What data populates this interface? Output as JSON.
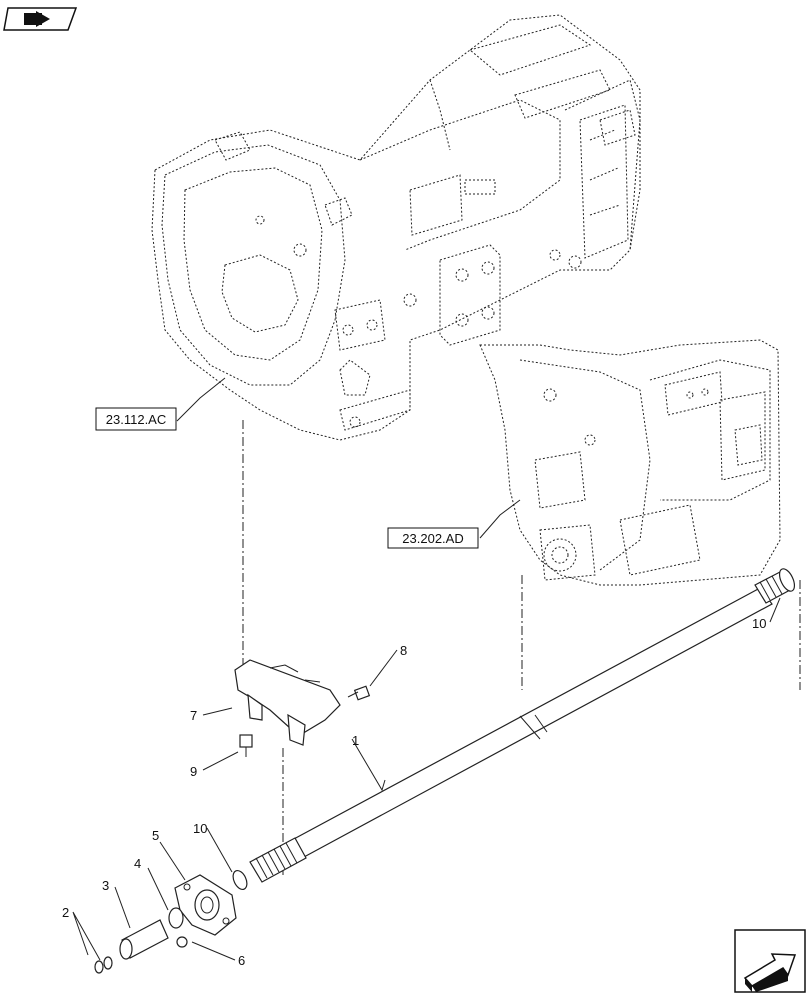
{
  "ref_labels": {
    "transmission_housing": "23.112.AC",
    "rear_housing": "23.202.AD"
  },
  "callouts": {
    "c1": "1",
    "c2": "2",
    "c3": "3",
    "c4": "4",
    "c5": "5",
    "c6": "6",
    "c7": "7",
    "c8": "8",
    "c9": "9",
    "c10a": "10",
    "c10b": "10"
  },
  "icons": {
    "top_left": "book-arrow-icon",
    "bottom_right": "next-page-arrow-icon"
  }
}
